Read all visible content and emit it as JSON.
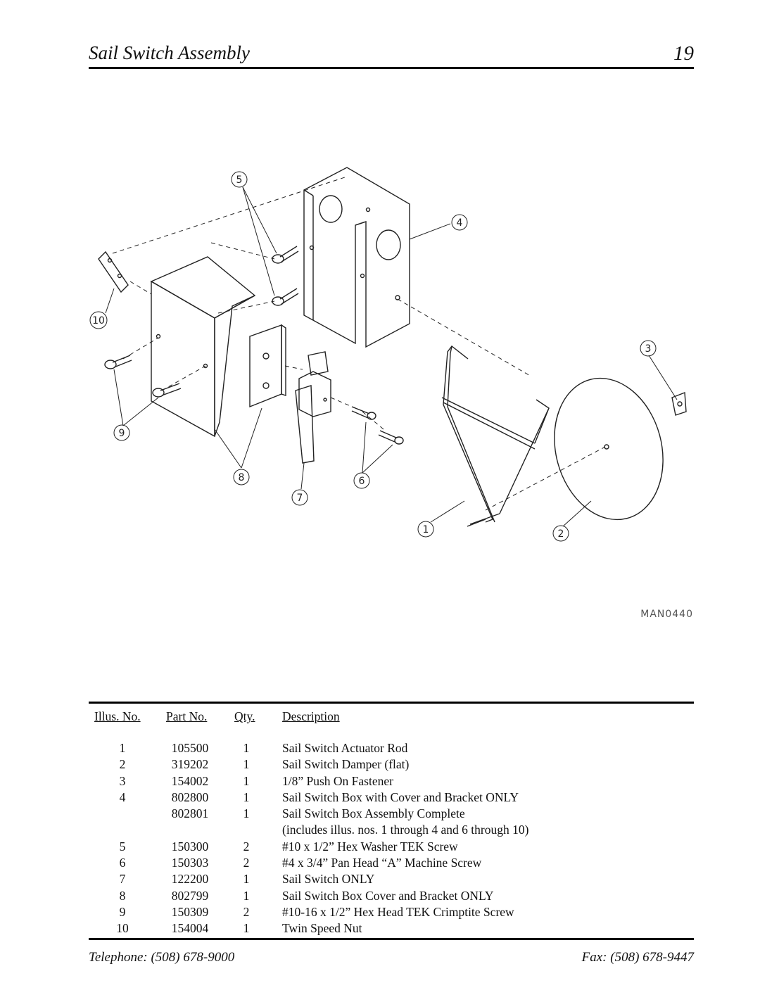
{
  "header": {
    "title": "Sail Switch Assembly",
    "page_number": "19"
  },
  "diagram": {
    "code": "MAN0440",
    "callouts": [
      "1",
      "2",
      "3",
      "4",
      "5",
      "6",
      "7",
      "8",
      "9",
      "10"
    ]
  },
  "parts_table": {
    "headers": {
      "illus": "Illus. No.",
      "part": "Part No.",
      "qty": "Qty.",
      "desc": "Description"
    },
    "rows": [
      {
        "illus": "1",
        "part": "105500",
        "qty": "1",
        "desc": "Sail Switch Actuator Rod"
      },
      {
        "illus": "2",
        "part": "319202",
        "qty": "1",
        "desc": "Sail Switch Damper (flat)"
      },
      {
        "illus": "3",
        "part": "154002",
        "qty": "1",
        "desc": "1/8” Push On Fastener"
      },
      {
        "illus": "4",
        "part": "802800",
        "qty": "1",
        "desc": "Sail Switch Box with Cover and Bracket ONLY"
      },
      {
        "illus": "",
        "part": "802801",
        "qty": "1",
        "desc": "Sail Switch Box Assembly Complete"
      },
      {
        "illus": "",
        "part": "",
        "qty": "",
        "desc": "(includes illus. nos. 1 through 4 and 6 through 10)"
      },
      {
        "illus": "5",
        "part": "150300",
        "qty": "2",
        "desc": "#10 x 1/2” Hex Washer TEK Screw"
      },
      {
        "illus": "6",
        "part": "150303",
        "qty": "2",
        "desc": "#4 x 3/4” Pan Head “A” Machine Screw"
      },
      {
        "illus": "7",
        "part": "122200",
        "qty": "1",
        "desc": "Sail Switch ONLY"
      },
      {
        "illus": "8",
        "part": "802799",
        "qty": "1",
        "desc": "Sail Switch Box Cover and Bracket ONLY"
      },
      {
        "illus": "9",
        "part": "150309",
        "qty": "2",
        "desc": "#10-16 x 1/2” Hex Head TEK Crimptite Screw"
      },
      {
        "illus": "10",
        "part": "154004",
        "qty": "1",
        "desc": "Twin Speed Nut"
      }
    ]
  },
  "footer": {
    "telephone": "Telephone: (508) 678-9000",
    "fax": "Fax: (508) 678-9447"
  }
}
